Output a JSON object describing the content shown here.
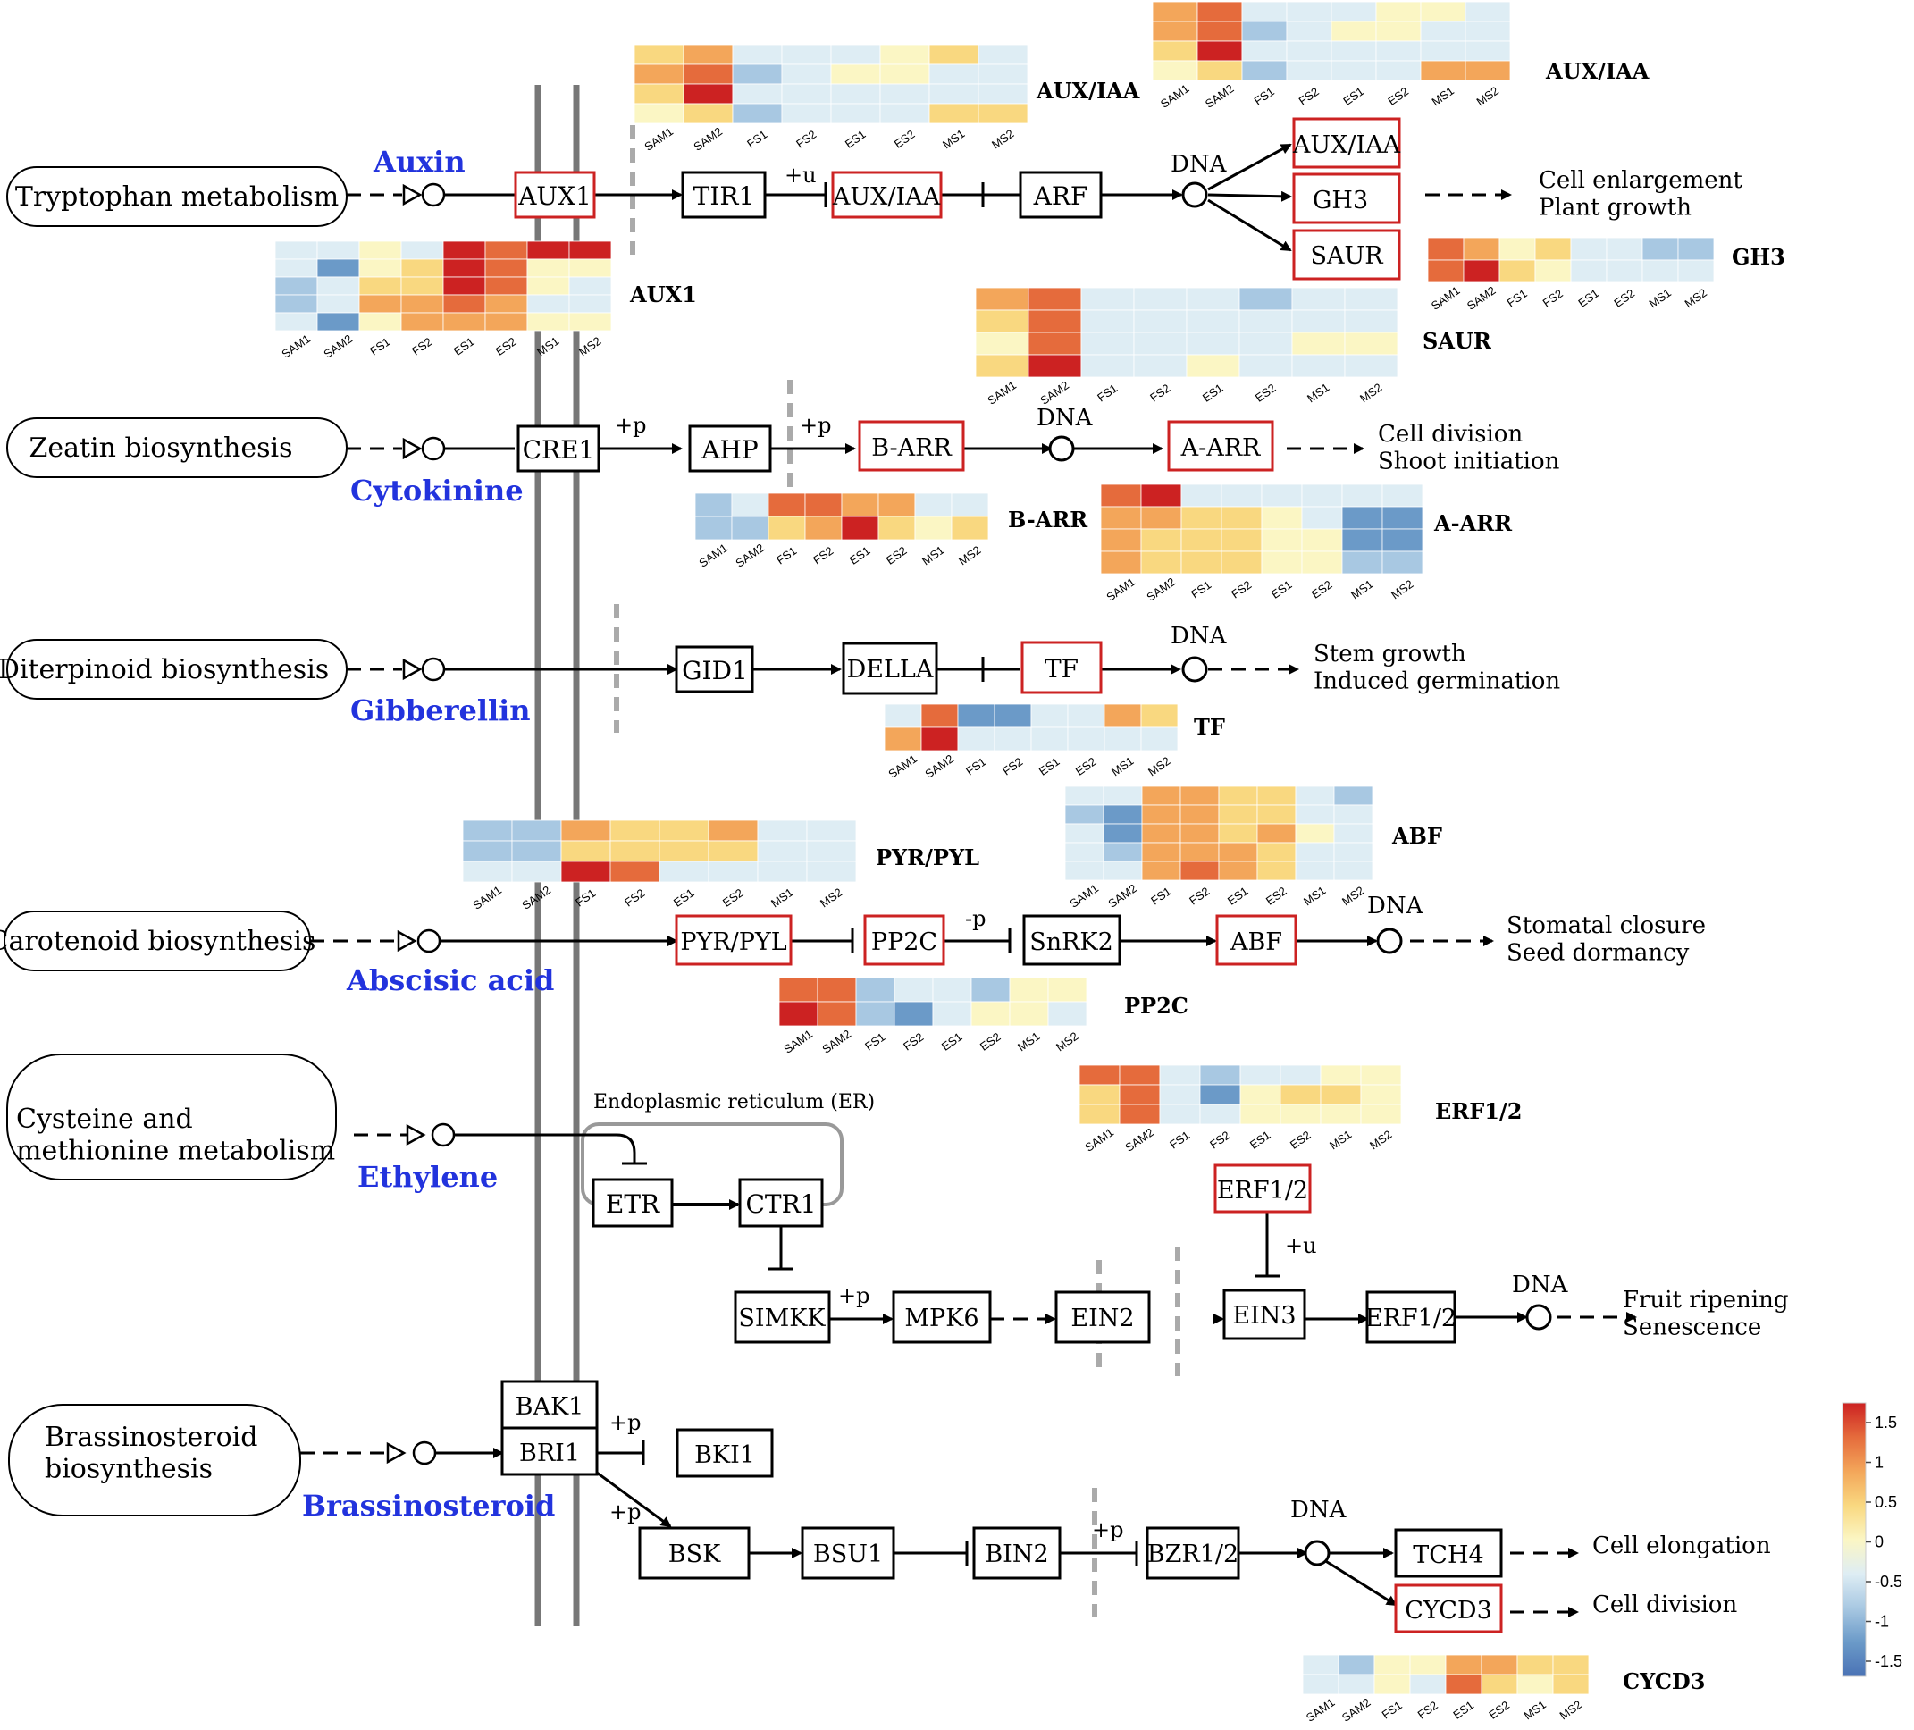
{
  "scale": {
    "ticks": [
      "1.5",
      "1",
      "0.5",
      "0",
      "-0.5",
      "-1",
      "-1.5"
    ],
    "colors": [
      "#4a72b5",
      "#6b9ac8",
      "#a8c8e2",
      "#deedf4",
      "#fbf6c4",
      "#f9d880",
      "#f3a65a",
      "#e56b3c",
      "#cc2222"
    ]
  },
  "samples": [
    "SAM1",
    "SAM2",
    "FS1",
    "FS2",
    "ES1",
    "ES2",
    "MS1",
    "MS2"
  ],
  "pathways": [
    {
      "label": "Tryptophan metabolism",
      "hormone": "Auxin",
      "hormone_color": "#2233dd"
    },
    {
      "label": "Zeatin biosynthesis",
      "hormone": "Cytokinine",
      "hormone_color": "#2233dd"
    },
    {
      "label": "Diterpinoid biosynthesis",
      "hormone": "Gibberellin",
      "hormone_color": "#2233dd"
    },
    {
      "label": "Carotenoid biosynthesis",
      "hormone": "Abscisic acid",
      "hormone_color": "#2233dd"
    },
    {
      "label": "Cysteine and\nmethionine metabolism",
      "hormone": "Ethylene",
      "hormone_color": "#2233dd"
    },
    {
      "label": "Brassinosteroid\nbiosynthesis",
      "hormone": "Brassinosteroid",
      "hormone_color": "#2233dd"
    }
  ],
  "nodes": {
    "aux1": "AUX1",
    "tir1": "TIR1",
    "auxiaa": "AUX/IAA",
    "arf": "ARF",
    "auxiaa2": "AUX/IAA",
    "gh3": "GH3",
    "saur": "SAUR",
    "cre1": "CRE1",
    "ahp": "AHP",
    "barr": "B-ARR",
    "aarr": "A-ARR",
    "gid1": "GID1",
    "della": "DELLA",
    "tf": "TF",
    "pyrpyl": "PYR/PYL",
    "pp2c": "PP2C",
    "snrk2": "SnRK2",
    "abf": "ABF",
    "etr": "ETR",
    "ctr1": "CTR1",
    "simkk": "SIMKK",
    "mpk6": "MPK6",
    "ein2": "EIN2",
    "ein3": "EIN3",
    "erf12a": "ERF1/2",
    "erf12b": "ERF1/2",
    "bak1": "BAK1",
    "bri1": "BRI1",
    "bki1": "BKI1",
    "bsk": "BSK",
    "bsu1": "BSU1",
    "bin2": "BIN2",
    "bzr12": "BZR1/2",
    "tch4": "TCH4",
    "cycd3": "CYCD3"
  },
  "mods": {
    "u": "+u",
    "p": "+p",
    "mp": "-p"
  },
  "dna": "DNA",
  "er_label": "Endoplasmic reticulum (ER)",
  "outcomes": {
    "auxin": "Cell enlargement\nPlant growth",
    "cytokinine": "Cell division\nShoot initiation",
    "gibberellin": "Stem growth\nInduced germination",
    "aba": "Stomatal closure\nSeed dormancy",
    "ethylene": "Fruit ripening\nSenescence",
    "brass1": "Cell elongation",
    "brass2": "Cell division"
  },
  "heatmaps": [
    {
      "label": "AUX/IAA",
      "values": [
        [
          1,
          2,
          -1,
          -1,
          -1,
          0,
          1,
          -1
        ],
        [
          2,
          3,
          -2,
          -1,
          0,
          0,
          -1,
          -1
        ],
        [
          1,
          4,
          -1,
          -1,
          -1,
          -1,
          -1,
          -1
        ],
        [
          0,
          1,
          -2,
          -1,
          -1,
          -1,
          1,
          1
        ]
      ]
    },
    {
      "label": "AUX/IAA",
      "values": [
        [
          2,
          3,
          -1,
          -1,
          -1,
          0,
          0,
          -1
        ],
        [
          2,
          3,
          -2,
          -1,
          0,
          0,
          -1,
          -1
        ],
        [
          1,
          4,
          -1,
          -1,
          -1,
          -1,
          -1,
          -1
        ],
        [
          0,
          1,
          -2,
          -1,
          -1,
          -1,
          2,
          2
        ]
      ]
    },
    {
      "label": "AUX1",
      "values": [
        [
          -1,
          -1,
          0,
          -1,
          4,
          3,
          4,
          4
        ],
        [
          -1,
          -3,
          0,
          1,
          4,
          3,
          0,
          0
        ],
        [
          -2,
          -1,
          1,
          1,
          4,
          3,
          0,
          -1
        ],
        [
          -2,
          -1,
          2,
          2,
          3,
          2,
          -1,
          -1
        ],
        [
          -1,
          -3,
          0,
          2,
          2,
          2,
          0,
          0
        ]
      ]
    },
    {
      "label": "GH3",
      "values": [
        [
          3,
          2,
          0,
          1,
          -1,
          -1,
          -2,
          -2
        ],
        [
          3,
          4,
          1,
          0,
          -1,
          -1,
          -1,
          -1
        ]
      ]
    },
    {
      "label": "SAUR",
      "values": [
        [
          2,
          3,
          -1,
          -1,
          -1,
          -2,
          -1,
          -1
        ],
        [
          1,
          3,
          -1,
          -1,
          -1,
          -1,
          -1,
          -1
        ],
        [
          0,
          3,
          -1,
          -1,
          -1,
          -1,
          0,
          0
        ],
        [
          1,
          4,
          -1,
          -1,
          0,
          -1,
          -1,
          -1
        ]
      ]
    },
    {
      "label": "B-ARR",
      "values": [
        [
          -2,
          -1,
          3,
          3,
          2,
          2,
          -1,
          -1
        ],
        [
          -2,
          -2,
          1,
          2,
          4,
          1,
          0,
          1
        ]
      ]
    },
    {
      "label": "A-ARR",
      "values": [
        [
          3,
          4,
          -1,
          -1,
          -1,
          -1,
          -1,
          -1
        ],
        [
          2,
          2,
          1,
          1,
          0,
          -1,
          -3,
          -3
        ],
        [
          2,
          1,
          1,
          1,
          0,
          0,
          -3,
          -3
        ],
        [
          2,
          1,
          1,
          1,
          0,
          0,
          -2,
          -2
        ]
      ]
    },
    {
      "label": "TF",
      "values": [
        [
          -1,
          3,
          -3,
          -3,
          -1,
          -1,
          2,
          1
        ],
        [
          2,
          4,
          -1,
          -1,
          -1,
          -1,
          -1,
          -1
        ]
      ]
    },
    {
      "label": "PYR/PYL",
      "values": [
        [
          -2,
          -2,
          2,
          1,
          1,
          2,
          -1,
          -1
        ],
        [
          -2,
          -2,
          1,
          1,
          1,
          1,
          -1,
          -1
        ],
        [
          -1,
          -1,
          4,
          3,
          -1,
          -1,
          -1,
          -1
        ]
      ]
    },
    {
      "label": "ABF",
      "values": [
        [
          -1,
          -1,
          2,
          2,
          1,
          1,
          -1,
          -2
        ],
        [
          -2,
          -3,
          2,
          2,
          1,
          1,
          -1,
          -1
        ],
        [
          -1,
          -3,
          2,
          2,
          1,
          2,
          0,
          -1
        ],
        [
          -1,
          -2,
          2,
          2,
          2,
          1,
          -1,
          -1
        ],
        [
          -1,
          -1,
          2,
          3,
          2,
          1,
          -1,
          -1
        ]
      ]
    },
    {
      "label": "PP2C",
      "values": [
        [
          3,
          3,
          -2,
          -1,
          -1,
          -2,
          0,
          0
        ],
        [
          4,
          3,
          -2,
          -3,
          -1,
          0,
          0,
          -1
        ]
      ]
    },
    {
      "label": "ERF1/2",
      "values": [
        [
          3,
          3,
          -1,
          -2,
          -1,
          -1,
          0,
          0
        ],
        [
          1,
          3,
          -1,
          -3,
          0,
          1,
          1,
          0
        ],
        [
          1,
          3,
          -1,
          -1,
          0,
          0,
          0,
          0
        ]
      ]
    },
    {
      "label": "CYCD3",
      "values": [
        [
          -1,
          -2,
          0,
          0,
          2,
          2,
          1,
          1
        ],
        [
          -1,
          -1,
          0,
          -1,
          3,
          1,
          0,
          1
        ]
      ]
    }
  ]
}
